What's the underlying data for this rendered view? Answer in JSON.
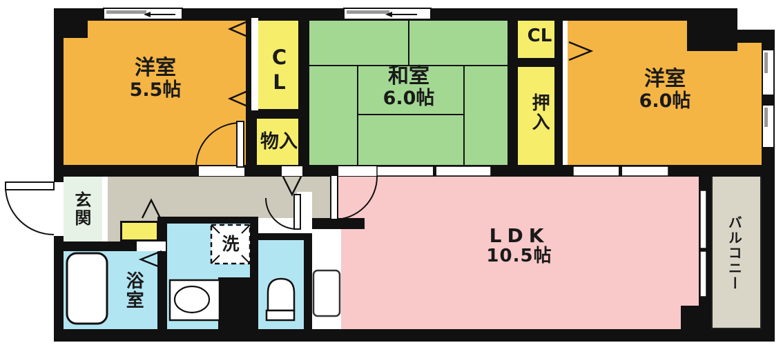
{
  "rooms": {
    "western1": {
      "name": "洋室",
      "size": "5.5帖"
    },
    "closet_left": {
      "label": "CL"
    },
    "storage": {
      "label": "物入"
    },
    "japanese": {
      "name": "和室",
      "size": "6.0帖"
    },
    "closet_right": {
      "label": "CL"
    },
    "oshiire": {
      "label": "押入"
    },
    "western2": {
      "name": "洋室",
      "size": "6.0帖"
    },
    "entrance": {
      "label": "玄関"
    },
    "bathroom": {
      "label": "浴室"
    },
    "washing_machine": {
      "label": "洗"
    },
    "ldk": {
      "name": "LDK",
      "size": "10.5帖"
    },
    "balcony": {
      "label": "バルコニー"
    }
  },
  "colors": {
    "western-room": "#f4b544",
    "tatami-room": "#a3d893",
    "closet": "#f6ee6b",
    "ldk-room": "#f9c8c9",
    "wet-area": "#b2e5f2",
    "entrance-hall": "#e6f2e6",
    "hallway": "#cdc9bb",
    "balcony-floor": "#d9d5c7",
    "wall": "#111111"
  }
}
